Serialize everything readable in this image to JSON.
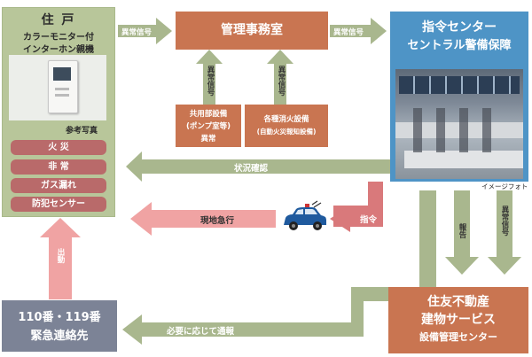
{
  "residence": {
    "title": "住 戸",
    "subtitle_line1": "カラーモニター付",
    "subtitle_line2": "インターホン親機",
    "photo_caption": "参考写真",
    "alerts": [
      "火 災",
      "非 常",
      "ガス漏れ",
      "防犯センサー"
    ]
  },
  "management_office": {
    "title": "管理事務室"
  },
  "command_center": {
    "line1": "指令センター",
    "line2": "セントラル警備保障",
    "photo_caption": "イメージフォト"
  },
  "common_equipment": {
    "line1": "共用部設備",
    "line2": "(ポンプ室等)",
    "line3": "異常"
  },
  "fire_equipment": {
    "line1": "各種消火設備",
    "line2": "(自動火災報知設備)"
  },
  "sumitomo": {
    "line1": "住友不動産",
    "line2": "建物サービス",
    "line3": "設備管理センター"
  },
  "emergency": {
    "line1": "110番・119番",
    "line2": "緊急連絡先"
  },
  "labels": {
    "abnormal_signal": "異常信号",
    "status_check": "状況確認",
    "rush_to_site": "現地急行",
    "command": "指令",
    "report": "報告",
    "dispatch": "出動",
    "notify_if_needed": "必要に応じて通報"
  }
}
